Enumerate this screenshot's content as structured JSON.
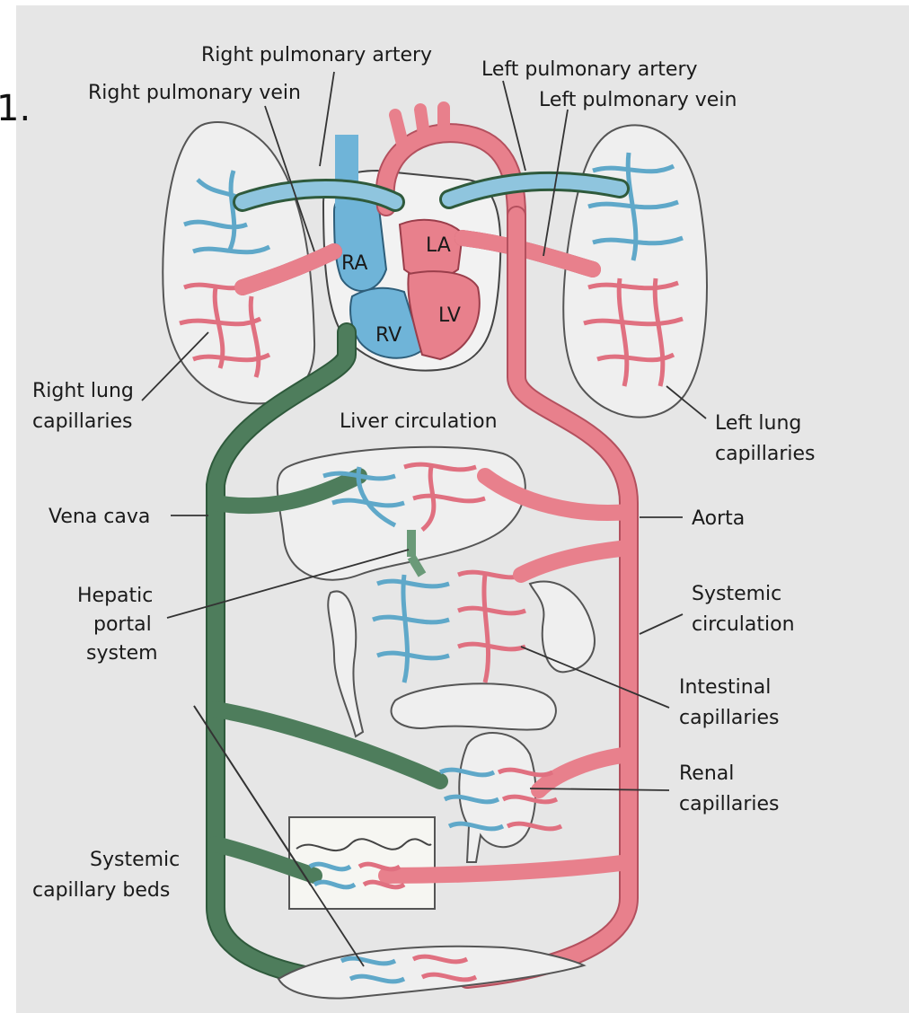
{
  "fragment": "1.",
  "labels": {
    "right_pulmonary_artery": "Right pulmonary artery",
    "right_pulmonary_vein": "Right pulmonary vein",
    "left_pulmonary_artery": "Left pulmonary artery",
    "left_pulmonary_vein": "Left pulmonary vein",
    "right_lung_capillaries_1": "Right lung",
    "right_lung_capillaries_2": "capillaries",
    "left_lung_capillaries_1": "Left lung",
    "left_lung_capillaries_2": "capillaries",
    "liver_circulation": "Liver circulation",
    "vena_cava": "Vena cava",
    "aorta": "Aorta",
    "hepatic_1": "Hepatic",
    "hepatic_2": "portal",
    "hepatic_3": "system",
    "systemic_circ_1": "Systemic",
    "systemic_circ_2": "circulation",
    "intestinal_1": "Intestinal",
    "intestinal_2": "capillaries",
    "renal_1": "Renal",
    "renal_2": "capillaries",
    "systemic_beds_1": "Systemic",
    "systemic_beds_2": "capillary beds"
  },
  "chambers": {
    "ra": "RA",
    "la": "LA",
    "rv": "RV",
    "lv": "LV"
  },
  "colors": {
    "background": "#e6e6e6",
    "deoxygenated": "#5fa8c9",
    "oxygenated": "#e8808c",
    "vein_vessel": "#4e7d5c",
    "artery_vessel": "#e8808c"
  }
}
